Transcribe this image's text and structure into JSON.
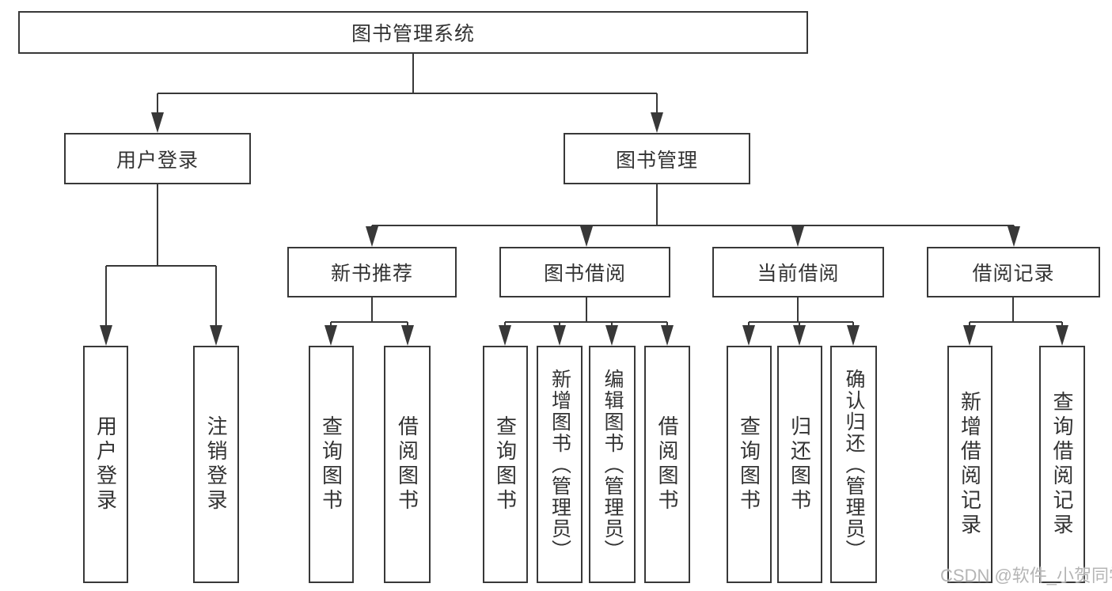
{
  "tree": {
    "label": "图书管理系统",
    "children": [
      {
        "label": "用户登录",
        "children": [
          {
            "label": "用户登录"
          },
          {
            "label": "注销登录"
          }
        ]
      },
      {
        "label": "图书管理",
        "children": [
          {
            "label": "新书推荐",
            "children": [
              {
                "label": "查询图书"
              },
              {
                "label": "借阅图书"
              }
            ]
          },
          {
            "label": "图书借阅",
            "children": [
              {
                "label": "查询图书"
              },
              {
                "label": "新增图书（管理员）"
              },
              {
                "label": "编辑图书（管理员）"
              },
              {
                "label": "借阅图书"
              }
            ]
          },
          {
            "label": "当前借阅",
            "children": [
              {
                "label": "查询图书"
              },
              {
                "label": "归还图书"
              },
              {
                "label": "确认归还（管理员）"
              }
            ]
          },
          {
            "label": "借阅记录",
            "children": [
              {
                "label": "新增借阅记录"
              },
              {
                "label": "查询借阅记录"
              }
            ]
          }
        ]
      }
    ]
  },
  "watermark": "CSDN @软件_小贺同学",
  "colors": {
    "line": "#383838",
    "text": "#333333",
    "background": "#ffffff",
    "watermark": "#b5b5b5"
  }
}
